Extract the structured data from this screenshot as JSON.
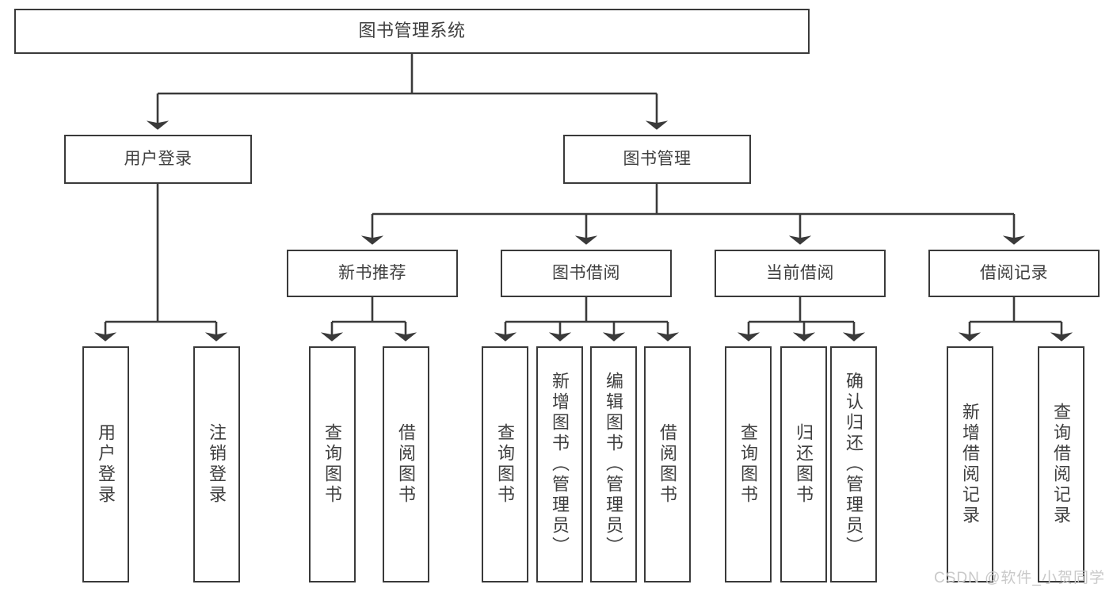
{
  "diagram": {
    "title_node": {
      "label": "图书管理系统"
    },
    "level2": [
      {
        "id": "user-login",
        "label": "用户登录"
      },
      {
        "id": "book-management",
        "label": "图书管理"
      }
    ],
    "level3": [
      {
        "id": "new-book-recommend",
        "label": "新书推荐"
      },
      {
        "id": "book-borrow",
        "label": "图书借阅"
      },
      {
        "id": "current-borrow",
        "label": "当前借阅"
      },
      {
        "id": "borrow-record",
        "label": "借阅记录"
      }
    ],
    "leaves": {
      "user_login": [
        {
          "id": "leaf-user-login",
          "label": "用户登录"
        },
        {
          "id": "leaf-logout-login",
          "label": "注销登录"
        }
      ],
      "new_book_recommend": [
        {
          "id": "leaf-query-book-1",
          "label": "查询图书"
        },
        {
          "id": "leaf-borrow-book-1",
          "label": "借阅图书"
        }
      ],
      "book_borrow": [
        {
          "id": "leaf-query-book-2",
          "label": "查询图书"
        },
        {
          "id": "leaf-add-book",
          "label": "新增图书（管理员）"
        },
        {
          "id": "leaf-edit-book",
          "label": "编辑图书（管理员）"
        },
        {
          "id": "leaf-borrow-book-2",
          "label": "借阅图书"
        }
      ],
      "current_borrow": [
        {
          "id": "leaf-query-book-3",
          "label": "查询图书"
        },
        {
          "id": "leaf-return-book",
          "label": "归还图书"
        },
        {
          "id": "leaf-confirm-return",
          "label": "确认归还（管理员）"
        }
      ],
      "borrow_record": [
        {
          "id": "leaf-add-record",
          "label": "新增借阅记录"
        },
        {
          "id": "leaf-query-record",
          "label": "查询借阅记录"
        }
      ]
    },
    "watermark": "CSDN @软件_小贺同学",
    "colors": {
      "stroke": "#3a3a3a",
      "text": "#3f3f3f",
      "background": "#ffffff",
      "watermark": "#c9c9c9"
    }
  }
}
